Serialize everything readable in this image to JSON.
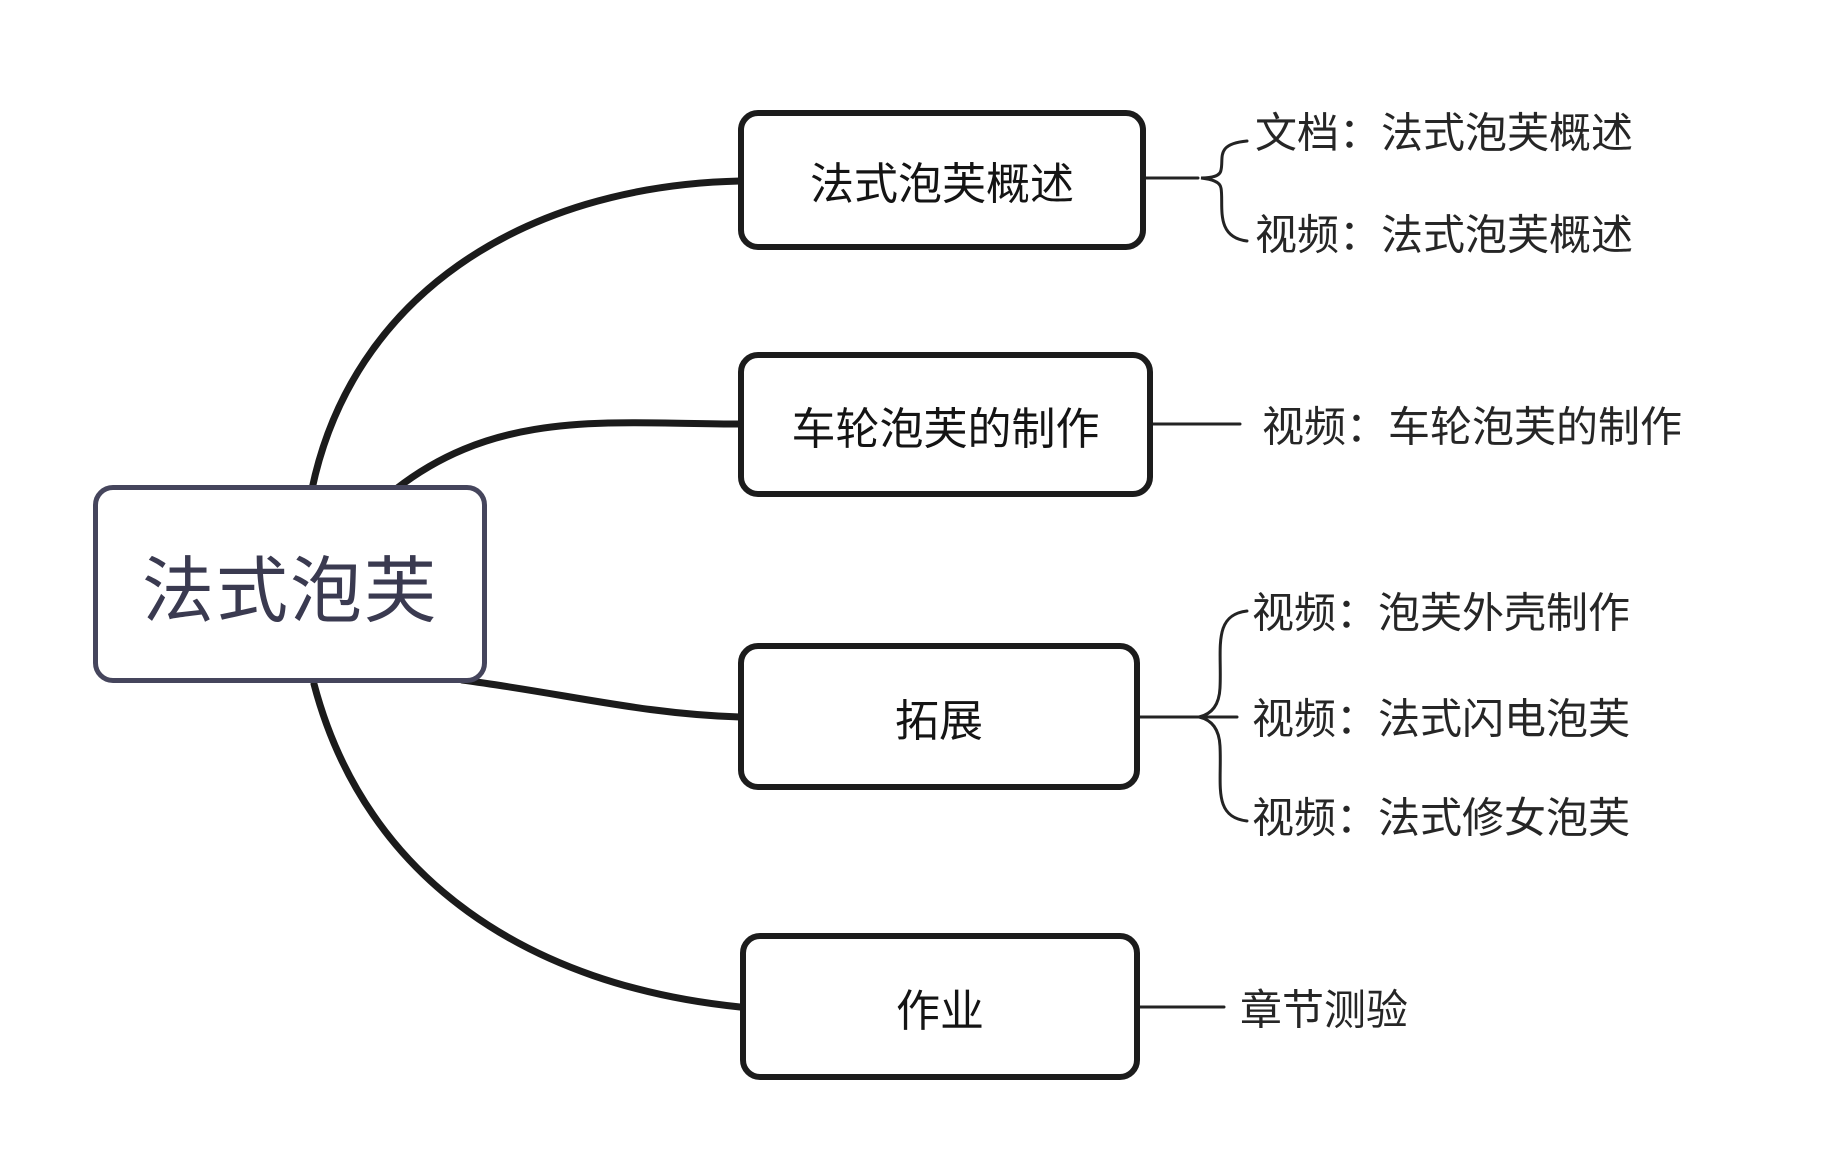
{
  "mindmap": {
    "root": {
      "label": "法式泡芙"
    },
    "branches": [
      {
        "label": "法式泡芙概述",
        "children": [
          "文档：法式泡芙概述",
          "视频：法式泡芙概述"
        ]
      },
      {
        "label": "车轮泡芙的制作",
        "children": [
          "视频：车轮泡芙的制作"
        ]
      },
      {
        "label": "拓展",
        "children": [
          "视频：泡芙外壳制作",
          "视频：法式闪电泡芙",
          "视频：法式修女泡芙"
        ]
      },
      {
        "label": "作业",
        "children": [
          "章节测验"
        ]
      }
    ],
    "colors": {
      "background": "#ffffff",
      "root_border": "#45455C",
      "root_text": "#3A3A50",
      "branch_border": "#1C1C1C",
      "branch_text": "#141414",
      "leaf_text": "#262626",
      "connector": "#1B1B1B"
    }
  }
}
